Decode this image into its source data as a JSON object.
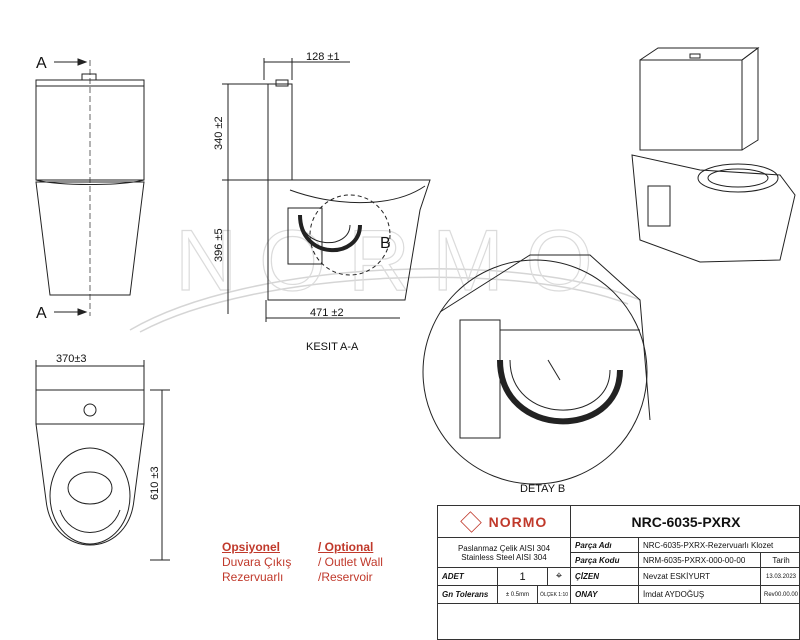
{
  "views": {
    "front": {
      "section_mark_top": "A",
      "section_mark_bottom": "A"
    },
    "section": {
      "dim_top": "128 ±1",
      "dim_reservoir": "340 ±2",
      "dim_bowl_height": "396 ±5",
      "dim_depth": "471 ±2",
      "detail_mark": "B",
      "label": "KESIT A-A"
    },
    "top": {
      "dim_width": "370±3",
      "dim_length": "610 ±3"
    },
    "detail": {
      "label": "DETAY B"
    },
    "watermark": "NORMO"
  },
  "options": {
    "title_tr": "Opsiyonel",
    "title_en": "/ Optional",
    "row1_tr": "Duvara  Çıkış",
    "row1_en": "/ Outlet Wall",
    "row2_tr": "Rezervuarlı",
    "row2_en": "/Reservoir"
  },
  "title_block": {
    "brand": "NORMO",
    "code": "NRC-6035-PXRX",
    "material_tr": "Paslanmaz Çelik AISI 304",
    "material_en": "Stainless Steel AISI 304",
    "part_name_label": "Parça Adı",
    "part_name": "NRC-6035-PXRX-Rezervuarlı Klozet",
    "part_code_label": "Parça Kodu",
    "part_code": "NRM-6035-PXRX-000-00-00",
    "date_label": "Tarih",
    "qty_label": "ADET",
    "qty": "1",
    "drawn_label": "ÇİZEN",
    "drawn_by": "Nevzat ESKİYURT",
    "date": "13.03.2023",
    "tol_label": "Gn Tolerans",
    "tol": "± 0.5mm",
    "scale": "ÖLÇEK 1:10",
    "approved_label": "ONAY",
    "approved_by": "İmdat AYDOĞUŞ",
    "rev": "Rev00.00.00"
  }
}
